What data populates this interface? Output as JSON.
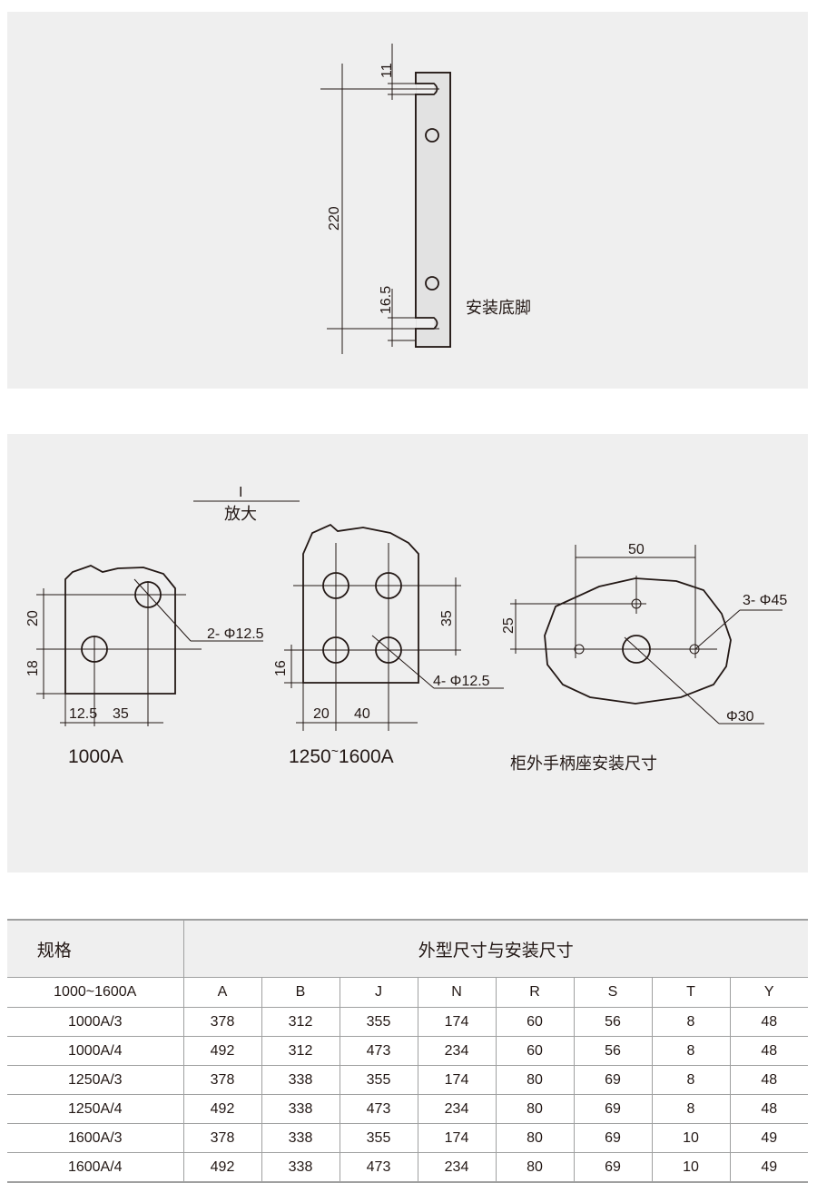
{
  "mounting_foot": {
    "caption": "安装底脚",
    "dim_top": "11",
    "dim_total": "220",
    "dim_bottom": "16.5"
  },
  "magnify": {
    "mark": "I",
    "label": "放大"
  },
  "plate_1000": {
    "caption": "1000A",
    "dim_v1": "20",
    "dim_v2": "18",
    "dim_h1": "12.5",
    "dim_h2": "35",
    "hole_note": "2- Φ12.5"
  },
  "plate_1600": {
    "caption": "1250",
    "caption_sep": "~",
    "caption_end": "1600A",
    "dim_v1": "35",
    "dim_v2": "16",
    "dim_h1": "20",
    "dim_h2": "40",
    "hole_note": "4- Φ12.5"
  },
  "handle_seat": {
    "caption": "柜外手柄座安装尺寸",
    "dim_h": "50",
    "dim_v": "25",
    "hole_note": "3- Φ45",
    "center_note": "Φ30"
  },
  "table": {
    "spec_header": "规格",
    "group_header": "外型尺寸与安装尺寸",
    "range_label": "1000~1600A",
    "columns": [
      "A",
      "B",
      "J",
      "N",
      "R",
      "S",
      "T",
      "Y"
    ],
    "rows": [
      {
        "spec": "1000A/3",
        "values": [
          "378",
          "312",
          "355",
          "174",
          "60",
          "56",
          "8",
          "48"
        ]
      },
      {
        "spec": "1000A/4",
        "values": [
          "492",
          "312",
          "473",
          "234",
          "60",
          "56",
          "8",
          "48"
        ]
      },
      {
        "spec": "1250A/3",
        "values": [
          "378",
          "338",
          "355",
          "174",
          "80",
          "69",
          "8",
          "48"
        ]
      },
      {
        "spec": "1250A/4",
        "values": [
          "492",
          "338",
          "473",
          "234",
          "80",
          "69",
          "8",
          "48"
        ]
      },
      {
        "spec": "1600A/3",
        "values": [
          "378",
          "338",
          "355",
          "174",
          "80",
          "69",
          "10",
          "49"
        ]
      },
      {
        "spec": "1600A/4",
        "values": [
          "492",
          "338",
          "473",
          "234",
          "80",
          "69",
          "10",
          "49"
        ]
      }
    ]
  }
}
